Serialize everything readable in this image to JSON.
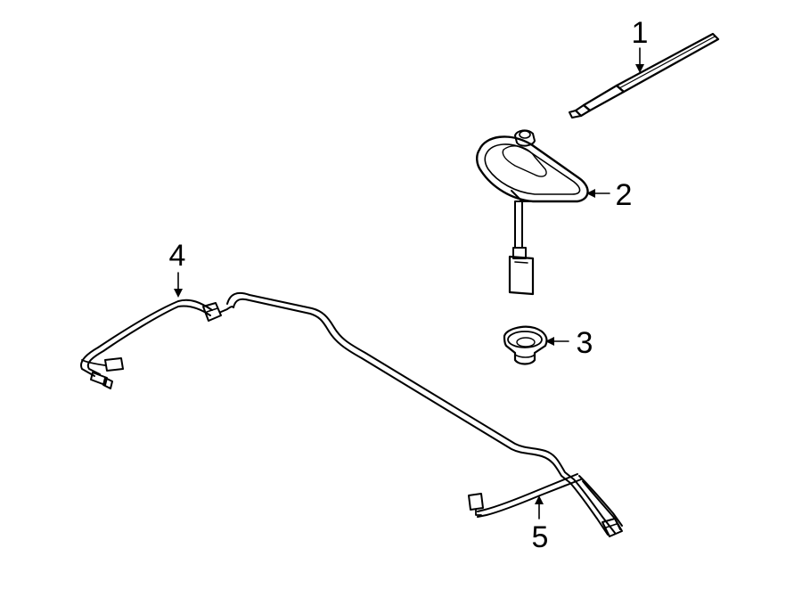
{
  "callouts": [
    {
      "id": "1",
      "label": "1",
      "part": "antenna-mast"
    },
    {
      "id": "2",
      "label": "2",
      "part": "antenna-base"
    },
    {
      "id": "3",
      "label": "3",
      "part": "antenna-nut"
    },
    {
      "id": "4",
      "label": "4",
      "part": "antenna-cable-front"
    },
    {
      "id": "5",
      "label": "5",
      "part": "antenna-cable-rear"
    }
  ],
  "colors": {
    "line": "#000000",
    "fill": "#ffffff",
    "shade": "#d6d6d6"
  }
}
